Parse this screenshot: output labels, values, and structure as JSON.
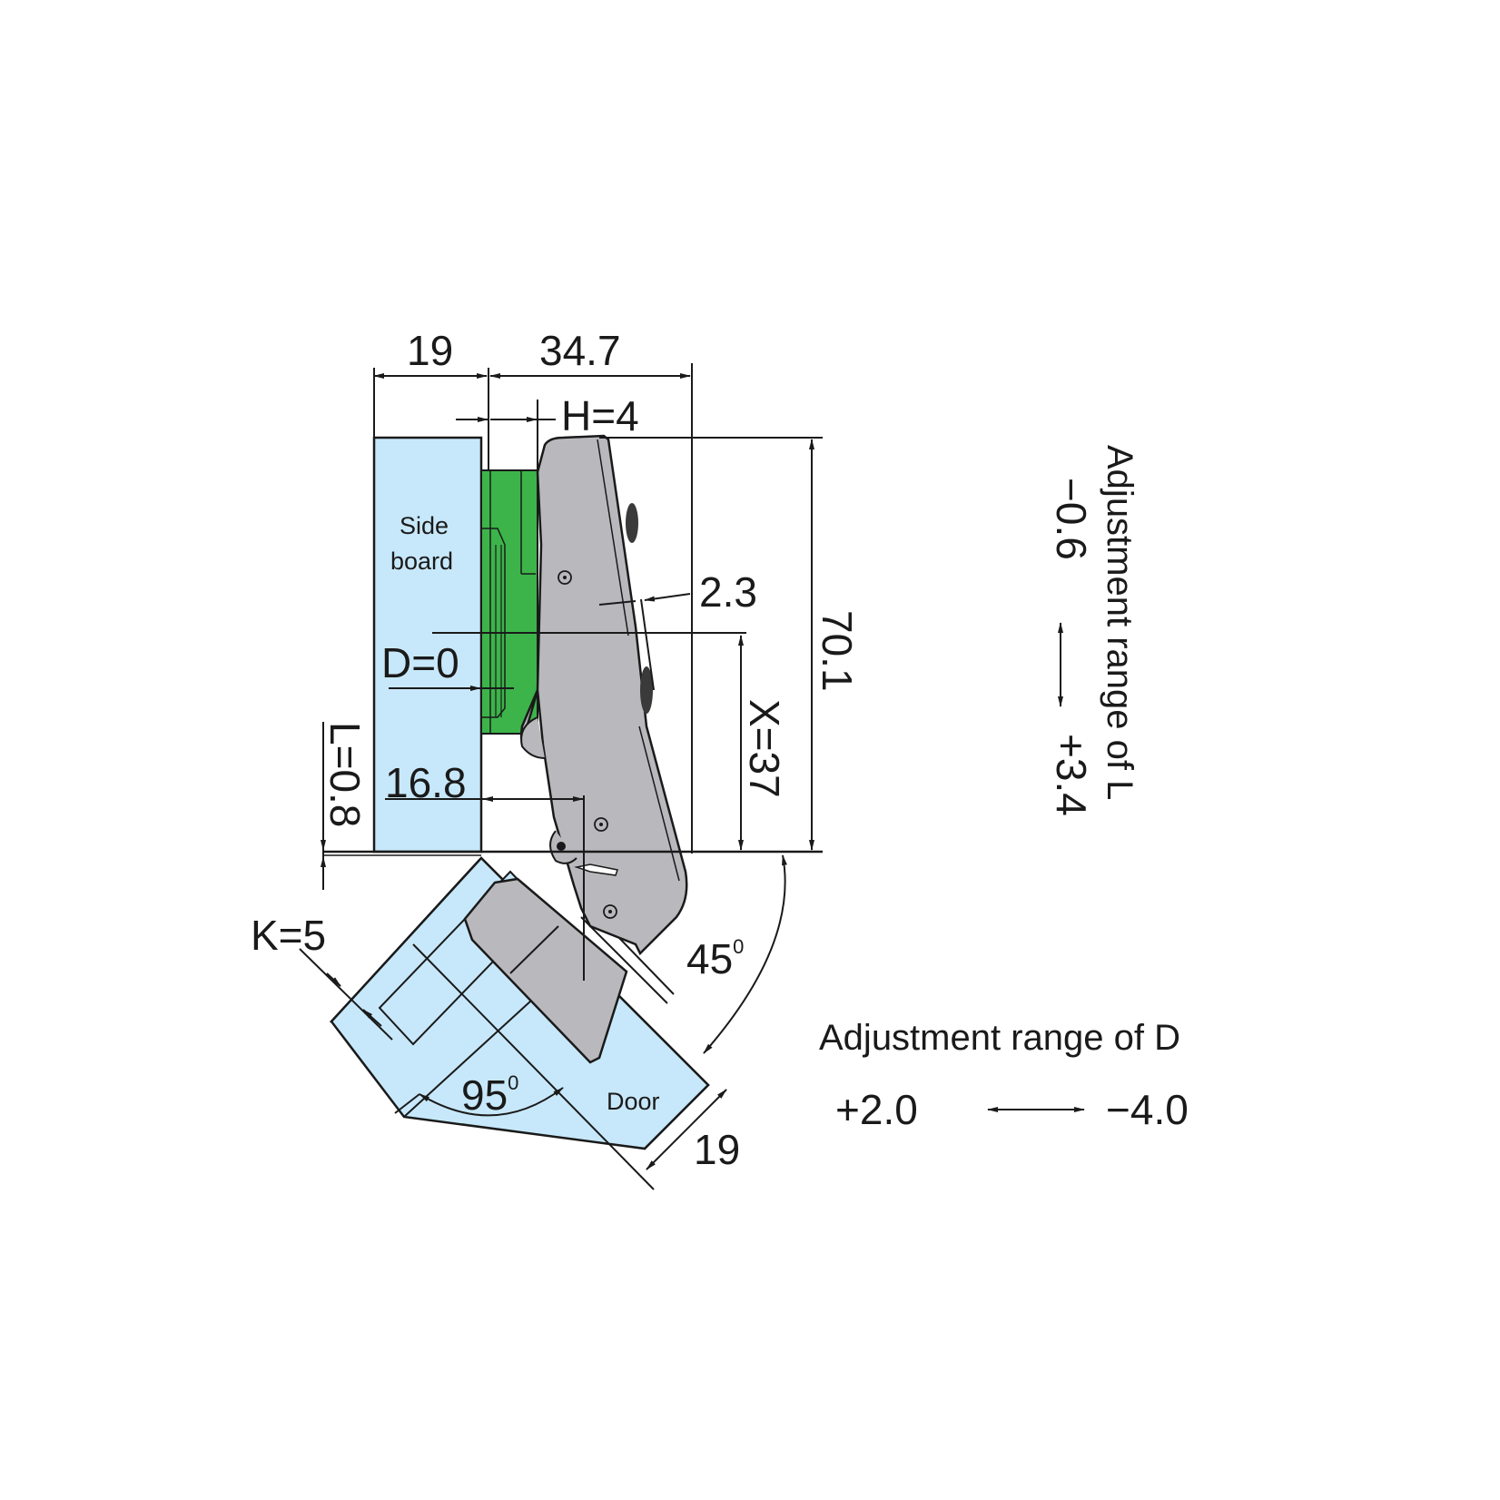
{
  "diagram": {
    "type": "concealed-hinge-technical-drawing",
    "colors": {
      "board_fill": "#c7e8fa",
      "mounting_plate": "#3cb44a",
      "hinge_arm": "#b9b9bd",
      "line": "#1a1a1a",
      "background": "#ffffff"
    },
    "labels": {
      "side_board_line1": "Side",
      "side_board_line2": "board",
      "door": "Door"
    },
    "dimensions": {
      "side_board_width": "19",
      "hinge_depth": "34.7",
      "h": "H=4",
      "arm_offset": "2.3",
      "d": "D=0",
      "x": "X=37",
      "total_height": "70.1",
      "l": "L=0.8",
      "cup_distance": "16.8",
      "k": "K=5",
      "opening_angle": "95",
      "opening_angle_sup": "0",
      "mount_angle": "45",
      "mount_angle_sup": "0",
      "door_thickness": "19"
    },
    "adjustment_L": {
      "title": "Adjustment range of L",
      "min": "−0.6",
      "max": "+3.4"
    },
    "adjustment_D": {
      "title": "Adjustment range of D",
      "from": "+2.0",
      "to": "−4.0"
    }
  }
}
